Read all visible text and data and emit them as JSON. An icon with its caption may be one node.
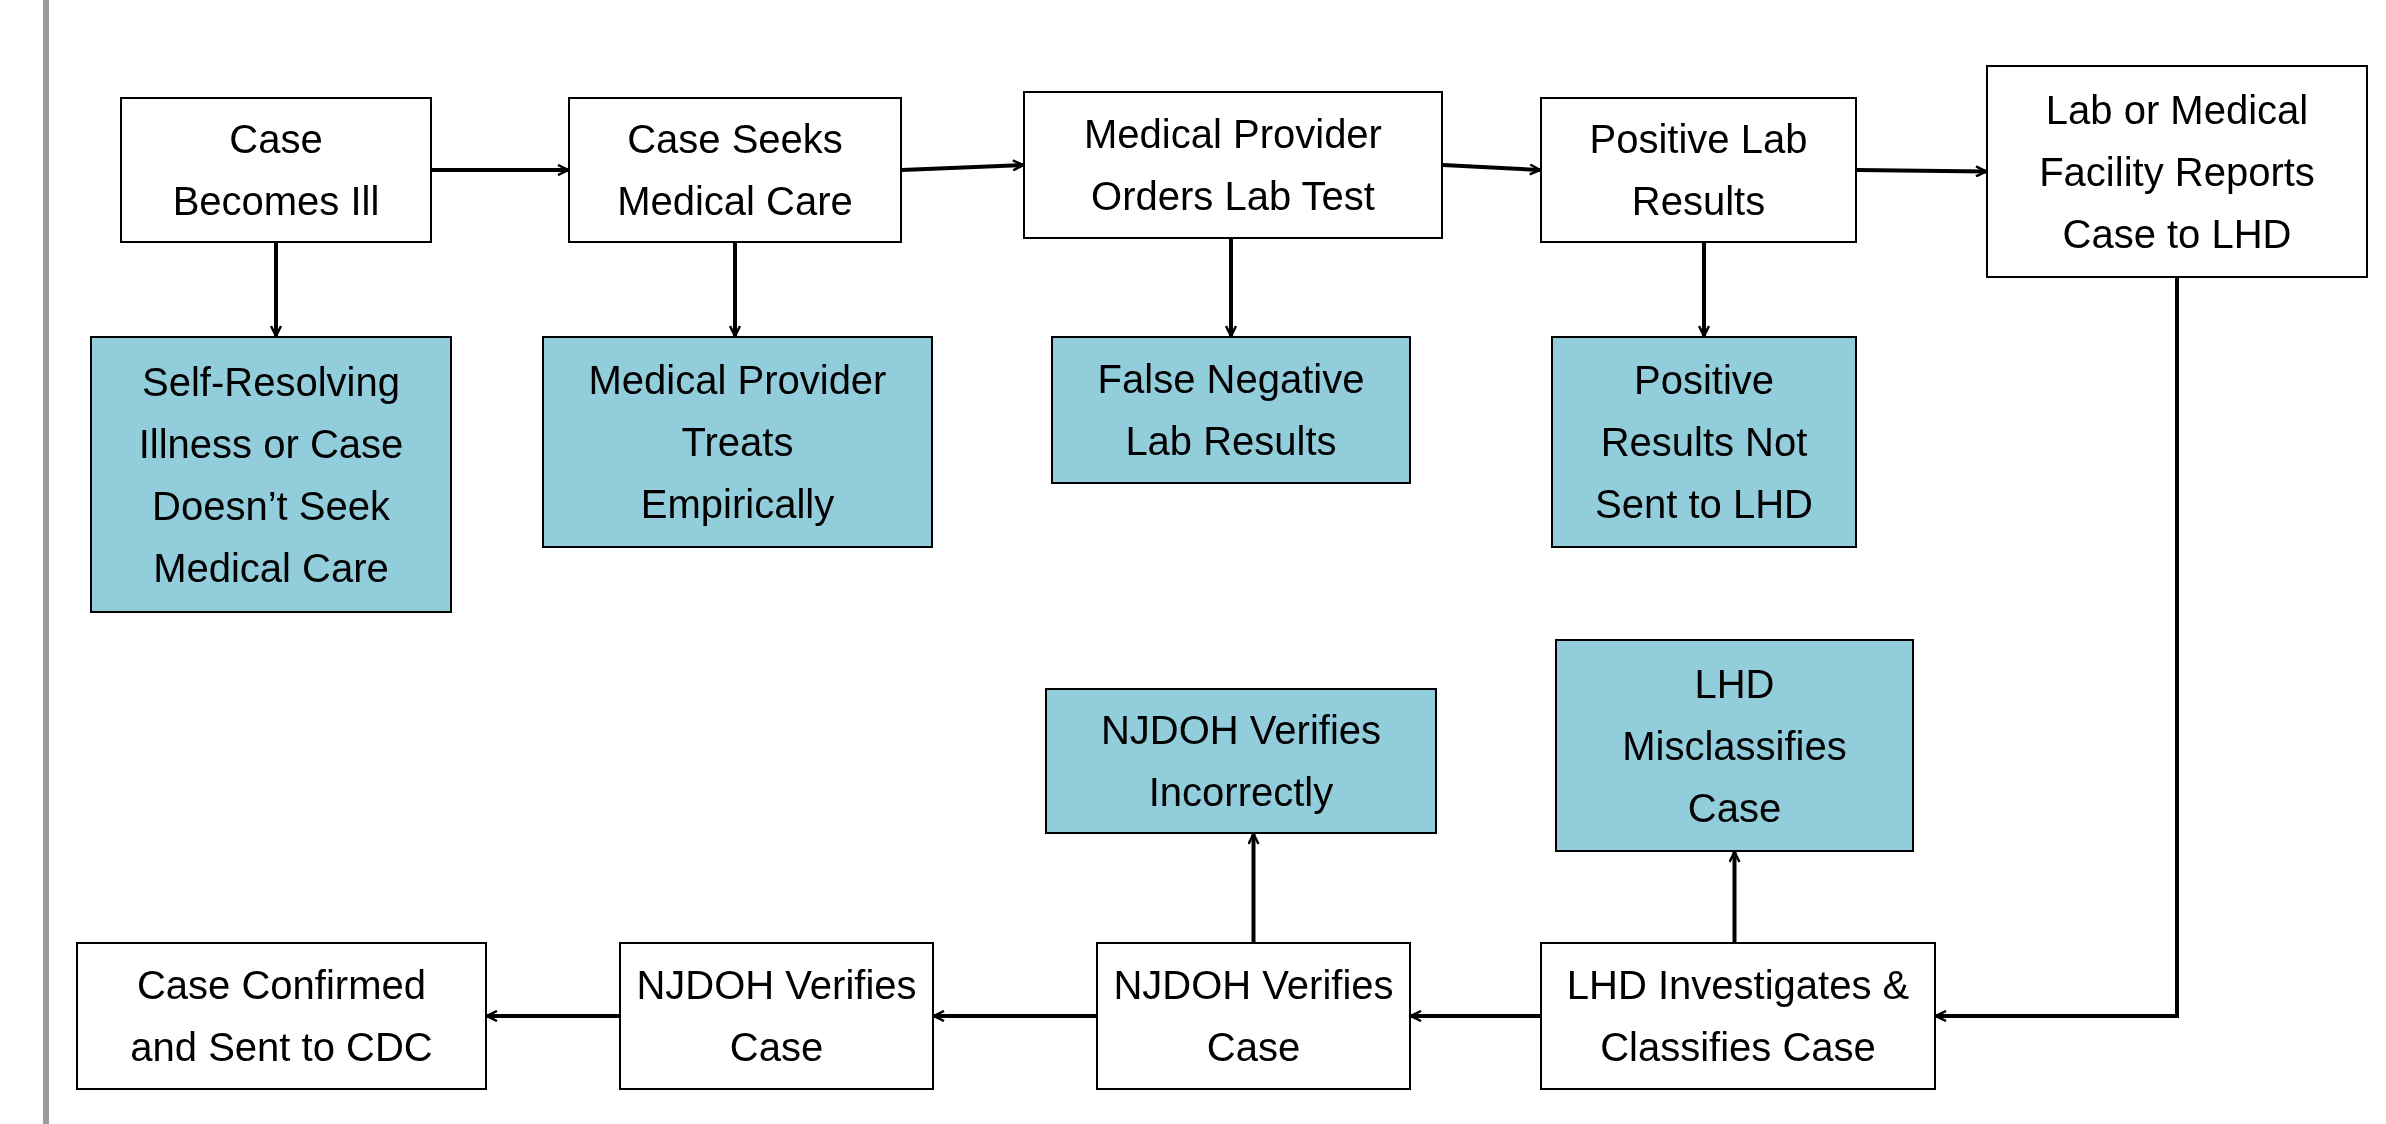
{
  "diagram": {
    "nodes": [
      {
        "text": [
          "Case Becomes Ill"
        ]
      },
      {
        "text": [
          "Case Seeks Medical Care"
        ]
      },
      {
        "text": [
          "Medical Provider Orders Lab Test"
        ]
      },
      {
        "text": [
          "Positive Lab Results"
        ]
      },
      {
        "text": [
          "Lab or Medical Facility Reports Case to LHD"
        ]
      },
      {
        "text": [
          "Self-Resolving Illness or Case Doesn’t Seek Medical Care"
        ]
      },
      {
        "text": [
          "Medical Provider Treats Empirically"
        ]
      },
      {
        "text": [
          "False Negative Lab Results"
        ]
      },
      {
        "text": [
          "Positive Results Not Sent to LHD"
        ]
      },
      {
        "text": [
          "NJDOH Verifies Incorrectly"
        ]
      },
      {
        "text": [
          "LHD Misclassifies Case"
        ]
      },
      {
        "text": [
          "Case Confirmed and Sent to CDC"
        ]
      },
      {
        "text": [
          "NJDOH Verifies Case"
        ]
      },
      {
        "text": [
          "NJDOH Verifies Case"
        ]
      },
      {
        "text": [
          "LHD Investigates & Classifies Case"
        ]
      }
    ],
    "edges": [
      {
        "from": 0,
        "to": 1,
        "arrow": "to"
      },
      {
        "from": 1,
        "to": 2,
        "arrow": "to"
      },
      {
        "from": 2,
        "to": 3,
        "arrow": "to"
      },
      {
        "from": 3,
        "to": 4,
        "arrow": "to"
      },
      {
        "from": 0,
        "to": 5,
        "arrow": "to"
      },
      {
        "from": 1,
        "to": 6,
        "arrow": "to"
      },
      {
        "from": 2,
        "to": 7,
        "arrow": "to"
      },
      {
        "from": 3,
        "to": 8,
        "arrow": "to"
      },
      {
        "from": 4,
        "to": 14,
        "arrow": "to"
      },
      {
        "from": 14,
        "to": 13,
        "arrow": "to"
      },
      {
        "from": 13,
        "to": 12,
        "arrow": "to"
      },
      {
        "from": 12,
        "to": 11,
        "arrow": "to"
      },
      {
        "from": 13,
        "to": 9,
        "arrow": "to"
      },
      {
        "from": 14,
        "to": 10,
        "arrow": "to"
      }
    ]
  }
}
